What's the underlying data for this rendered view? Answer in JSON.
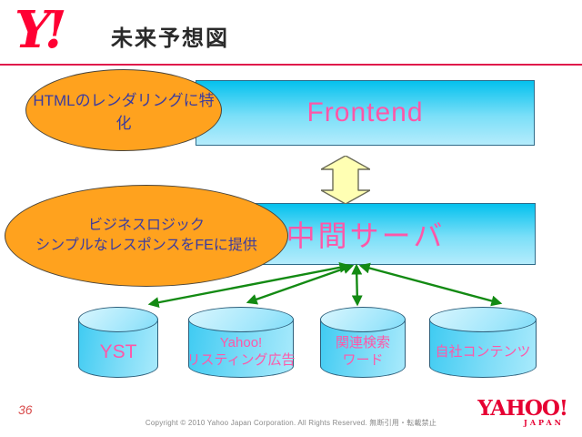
{
  "header": {
    "logo": "Y!",
    "title": "未来予想図"
  },
  "diagram": {
    "frontend_label": "Frontend",
    "frontend_note": "HTMLのレンダリングに特化",
    "middle_label": "中間サーバ",
    "middle_note_line1": "ビジネスロジック",
    "middle_note_line2": "シンプルなレスポンスをFEに提供",
    "datastores": [
      {
        "lines": [
          "YST"
        ]
      },
      {
        "lines": [
          "Yahoo!",
          "リスティング広告"
        ]
      },
      {
        "lines": [
          "関連検索",
          "ワード"
        ]
      },
      {
        "lines": [
          "自社コンテンツ"
        ]
      }
    ]
  },
  "footer": {
    "page_number": "36",
    "copyright": "Copyright © 2010 Yahoo Japan Corporation. All Rights Reserved. 無断引用・転載禁止",
    "logo_main": "YAHOO!",
    "logo_sub": "JAPAN"
  },
  "colors": {
    "brand_red": "#ff0033",
    "divider_red": "#e01a4b",
    "box_cyan_top": "#04c1ee",
    "box_cyan_bottom": "#b5ecfc",
    "ellipse_orange": "#ffa21e",
    "pink_text": "#ff57a8",
    "note_text": "#3c3c9e",
    "arrow_green": "#138a13",
    "arrow_yellow": "#ffffb3"
  }
}
